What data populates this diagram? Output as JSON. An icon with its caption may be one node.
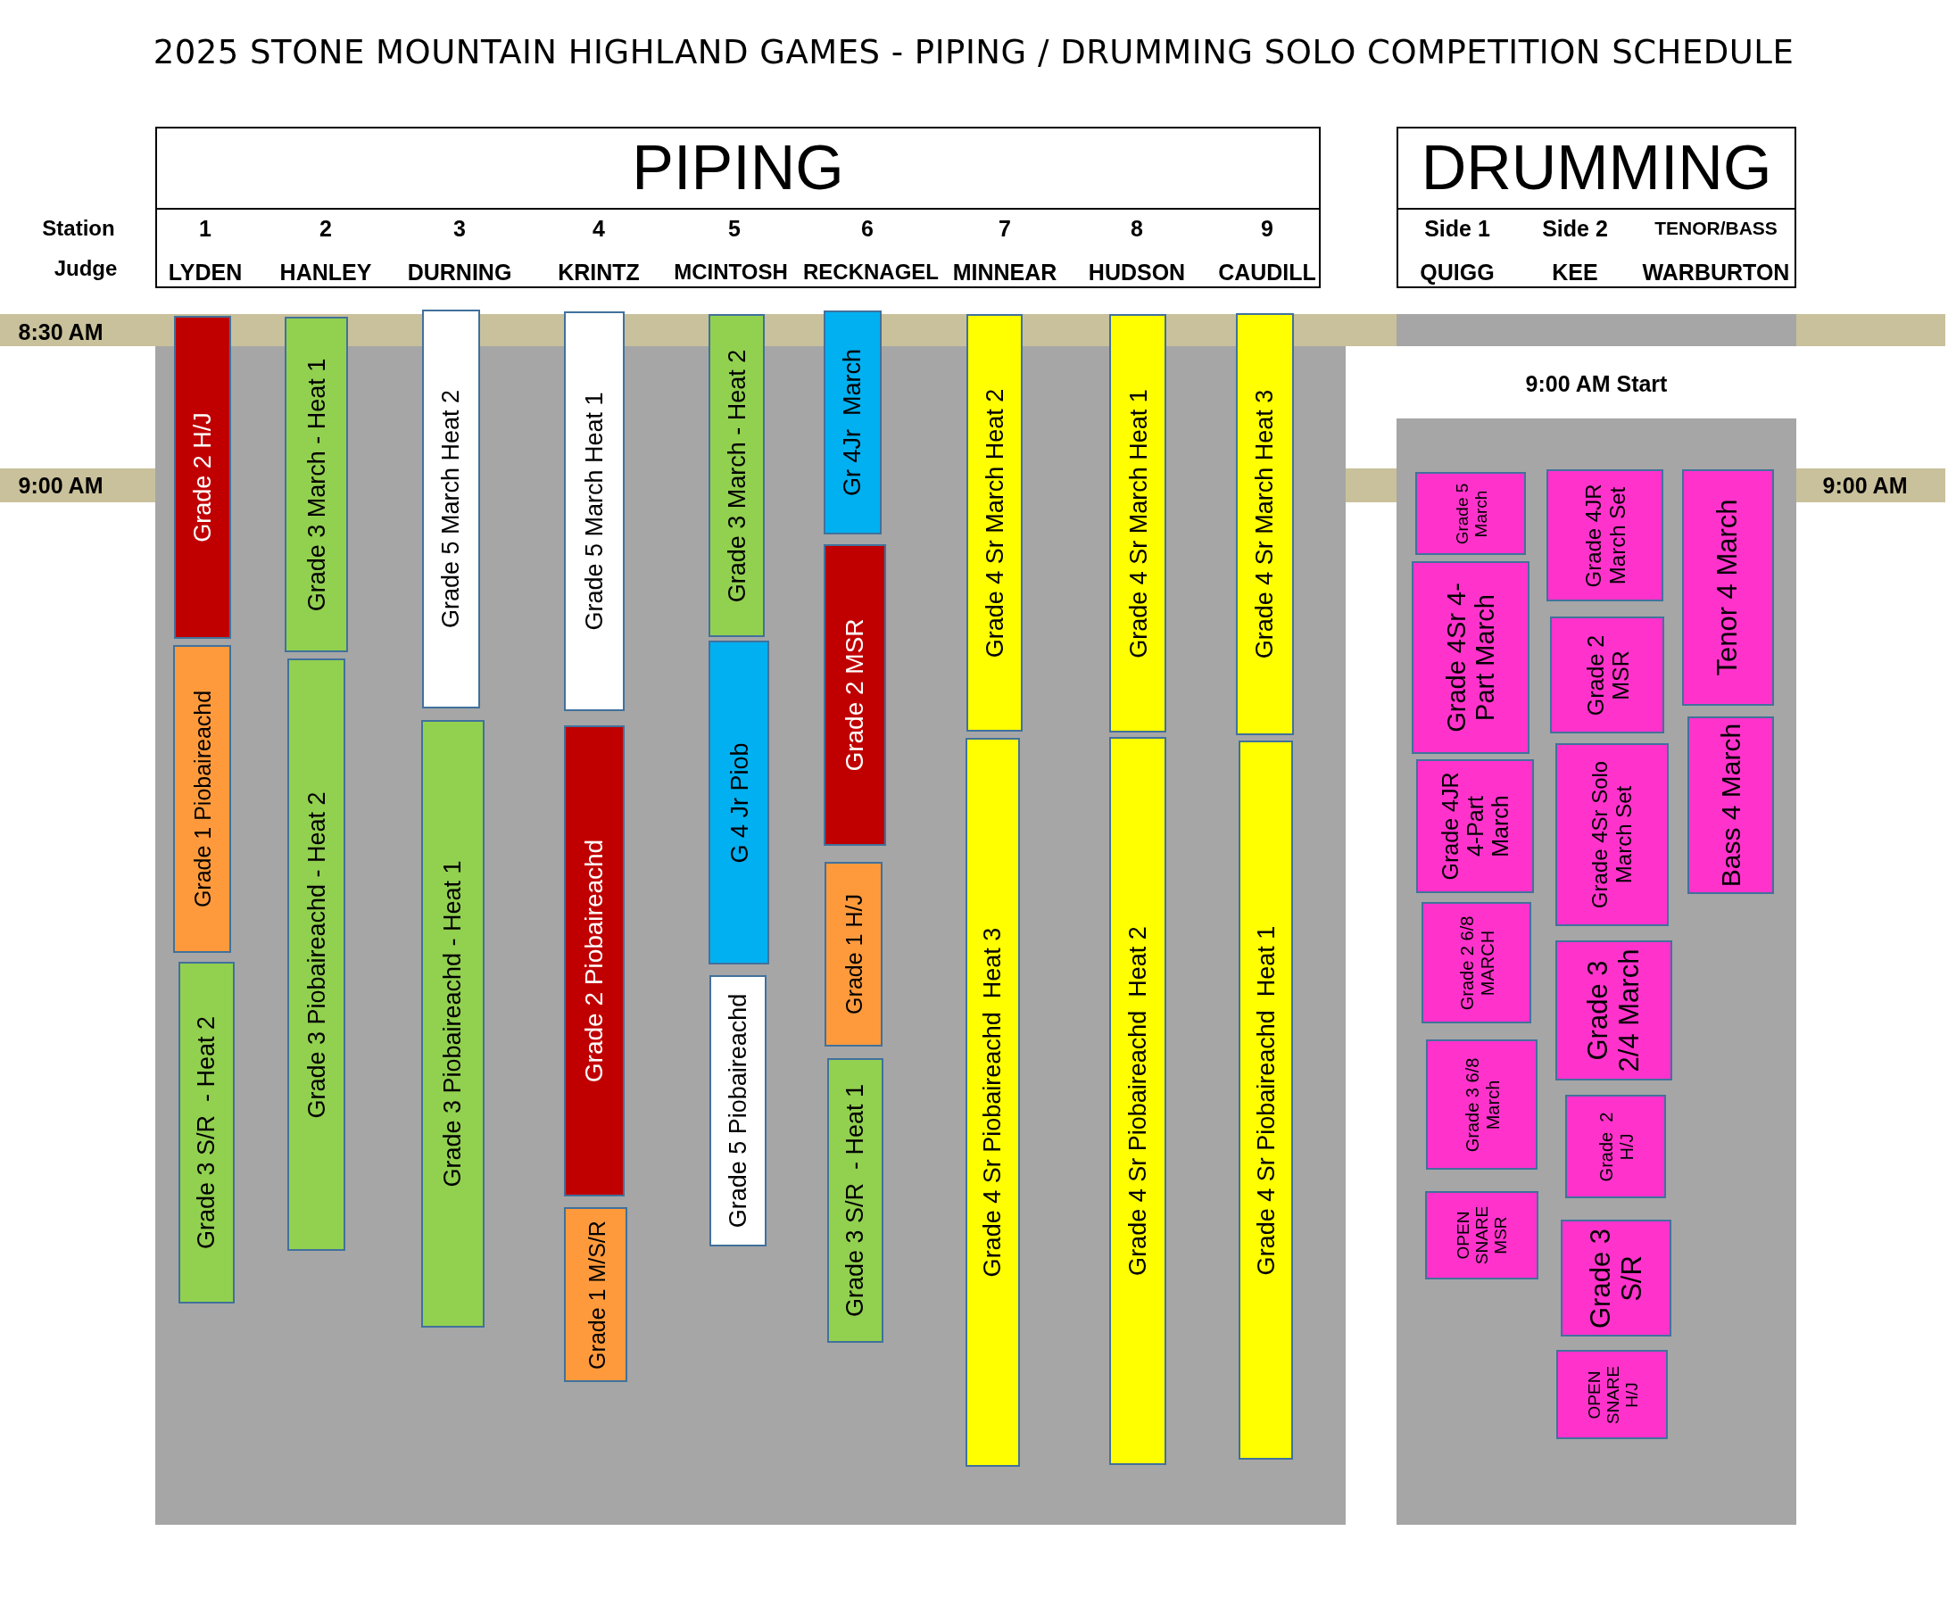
{
  "diagram": {
    "title": "2025 STONE MOUNTAIN HIGHLAND GAMES - PIPING / DRUMMING SOLO COMPETITION SCHEDULE",
    "nodes": [
      {
        "text": [
          "PIPING"
        ]
      },
      {
        "text": [
          "DRUMMING"
        ]
      },
      {
        "text": [
          "Grade 2 H/J"
        ]
      },
      {
        "text": [
          "Grade 1 Piobaireachd"
        ]
      },
      {
        "text": [
          "Grade 3 S/R  - Heat 2"
        ]
      },
      {
        "text": [
          "Grade 3 March - Heat 1"
        ]
      },
      {
        "text": [
          "Grade 3 Piobaireachd - Heat 2"
        ]
      },
      {
        "text": [
          "Grade 5 March Heat 2"
        ]
      },
      {
        "text": [
          "Grade 3 Piobaireachd - Heat 1"
        ]
      },
      {
        "text": [
          "Grade 5 March Heat 1"
        ]
      },
      {
        "text": [
          "Grade 2 Piobaireachd"
        ]
      },
      {
        "text": [
          "Grade 1 M/S/R"
        ]
      },
      {
        "text": [
          "Grade 3 March - Heat 2"
        ]
      },
      {
        "text": [
          "G 4 Jr Piob"
        ]
      },
      {
        "text": [
          "Grade 5 Piobaireachd"
        ]
      },
      {
        "text": [
          "Gr 4Jr  March"
        ]
      },
      {
        "text": [
          "Grade 2 MSR"
        ]
      },
      {
        "text": [
          "Grade 1 H/J"
        ]
      },
      {
        "text": [
          "Grade 3 S/R  - Heat 1"
        ]
      },
      {
        "text": [
          "Grade 4 Sr March Heat 2"
        ]
      },
      {
        "text": [
          "Grade 4 Sr Piobaireachd  Heat 3"
        ]
      },
      {
        "text": [
          "Grade 4 Sr March Heat 1"
        ]
      },
      {
        "text": [
          "Grade 4 Sr Piobaireachd  Heat 2"
        ]
      },
      {
        "text": [
          "Grade 4 Sr March Heat 3"
        ]
      },
      {
        "text": [
          "Grade 4 Sr Piobaireachd  Heat 1"
        ]
      },
      {
        "text": [
          "Grade 5 March"
        ]
      },
      {
        "text": [
          "Grade 4Sr 4-Part March"
        ]
      },
      {
        "text": [
          "Grade 4JR 4-Part March"
        ]
      },
      {
        "text": [
          "Grade 2 6/8 MARCH"
        ]
      },
      {
        "text": [
          "Grade 3 6/8 March"
        ]
      },
      {
        "text": [
          "OPEN SNARE MSR"
        ]
      },
      {
        "text": [
          "Grade 4JR March Set"
        ]
      },
      {
        "text": [
          "Grade 2 MSR"
        ]
      },
      {
        "text": [
          "Grade 4Sr Solo March Set"
        ]
      },
      {
        "text": [
          "Grade 3 2/4 March"
        ]
      },
      {
        "text": [
          "Grade  2 H/J"
        ]
      },
      {
        "text": [
          "Grade 3 S/R"
        ]
      },
      {
        "text": [
          "OPEN SNARE H/J"
        ]
      },
      {
        "text": [
          "Tenor 4 March"
        ]
      },
      {
        "text": [
          "Bass 4 March"
        ]
      }
    ],
    "labels": [
      "Station",
      "1",
      "2",
      "3",
      "4",
      "5",
      "6",
      "7",
      "8",
      "9",
      "Side 1",
      "Side 2",
      "TENOR/BASS",
      "Judge",
      "LYDEN",
      "HANLEY",
      "DURNING",
      "KRINTZ",
      "MCINTOSH",
      "RECKNAGEL",
      "MINNEAR",
      "HUDSON",
      "CAUDILL",
      "QUIGG",
      "KEE",
      "WARBURTON",
      "8:30 AM",
      "9:00 AM Start",
      "9:00 AM",
      "9:00 AM"
    ]
  }
}
